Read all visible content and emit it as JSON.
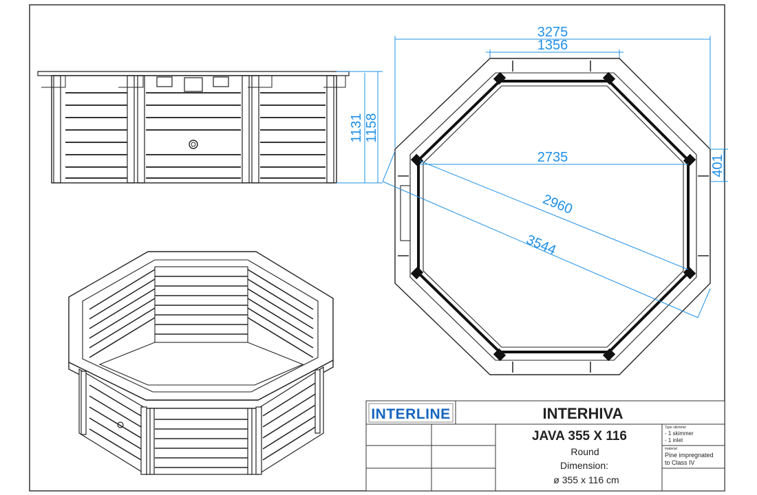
{
  "drawing": {
    "dimensions": {
      "overall_width": "3275",
      "inner_width": "1356",
      "height_a": "1131",
      "height_b": "1158",
      "side_offset": "401",
      "inner_flat": "2735",
      "inner_diagonal": "2960",
      "outer_diagonal": "3544"
    }
  },
  "title_block": {
    "logo_text": "INTERLINE",
    "brand": "INTERHIVA",
    "model": "JAVA 355 X 116",
    "shape": "Round",
    "dimension_label": "Dimension:",
    "dimension_value": "ø 355 x 116 cm",
    "spec_heading_1": "Type skimmer",
    "spec_line_1": "- 1 skimmer",
    "spec_line_2": "- 1 inlet",
    "spec_heading_2": "material",
    "spec_line_3": "Pine impregnated",
    "spec_line_4": "to Class IV"
  },
  "colors": {
    "dimension": "#1e8fe6",
    "ink": "#222222",
    "logo": "#1565c0"
  }
}
